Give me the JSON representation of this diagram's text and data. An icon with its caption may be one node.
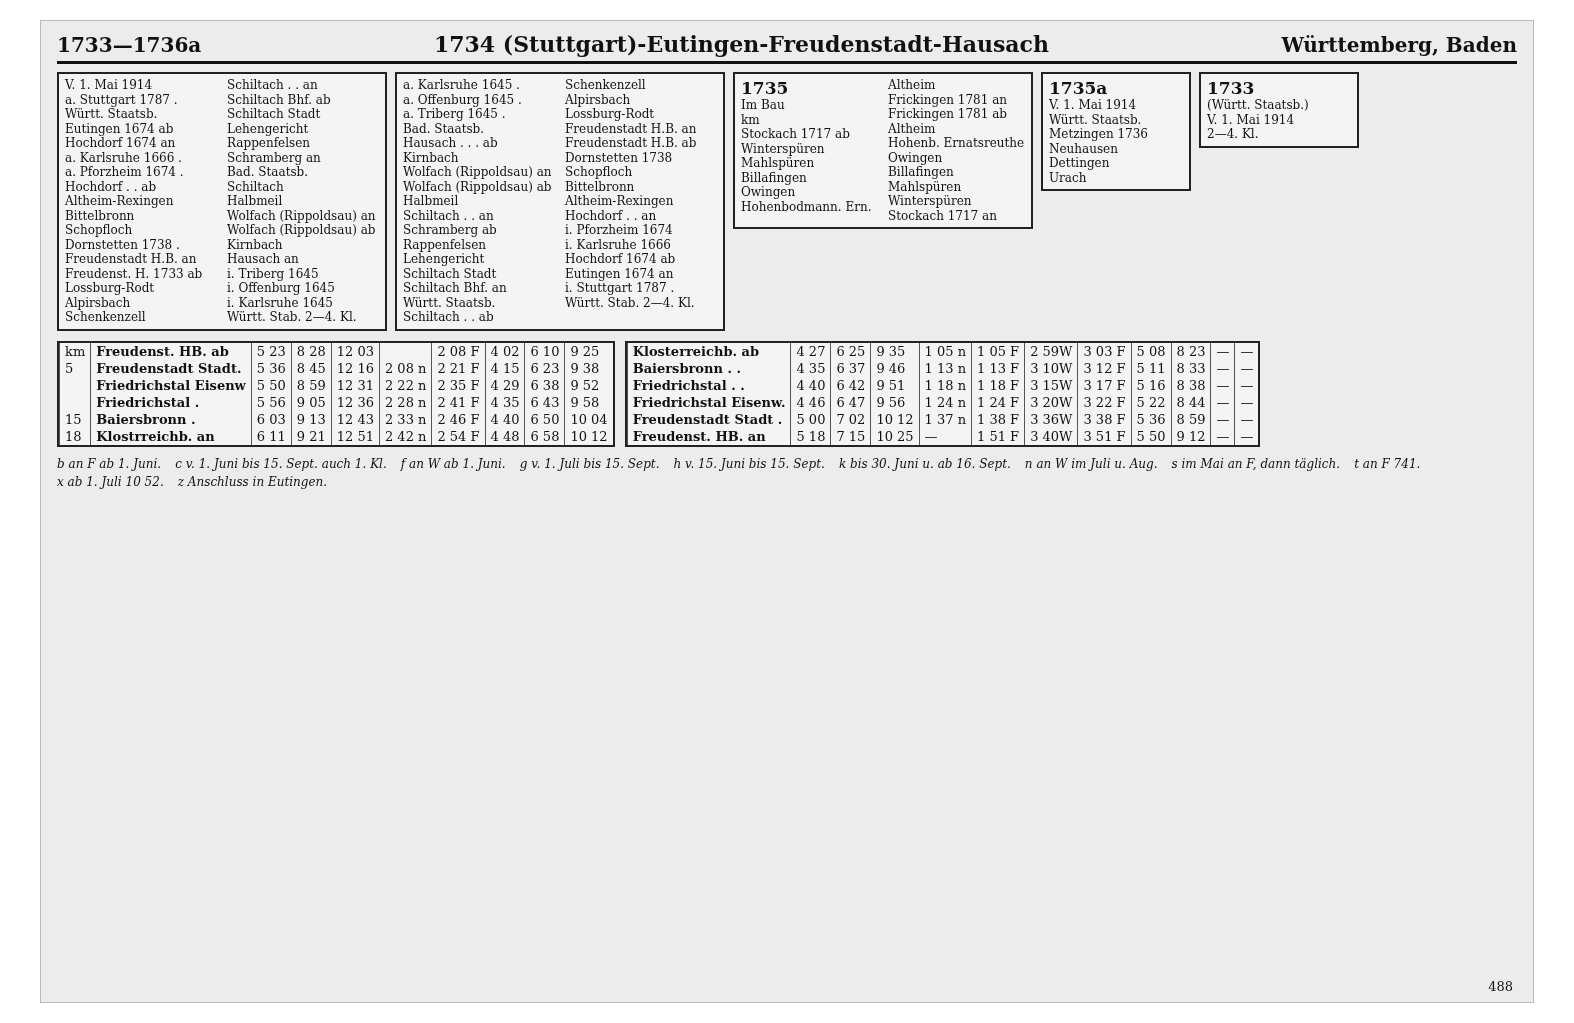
{
  "diagram": {
    "title": "1734 (Stuttgart)-Eutingen-Freudenstadt-Hausach",
    "labels": [
      "1733—1736a",
      "Württemberg, Baden",
      "V. 1. Mai 1914",
      "a. Stuttgart 1787 .",
      "Württ. Staatsb.",
      "Eutingen 1674 ab",
      "Hochdorf 1674 an",
      "a. Karlsruhe 1666 .",
      "a. Pforzheim 1674 .",
      "Hochdorf . . ab",
      "Altheim-Rexingen",
      "Bittelbronn",
      "Schopfloch",
      "Dornstetten 1738 .",
      "Freudenstadt H.B. an",
      "Freudenst. H. 1733 ab",
      "Lossburg-Rodt",
      "Alpirsbach",
      "Schenkenzell",
      "Schiltach . . an",
      "Schiltach Bhf. ab",
      "Schiltach Stadt",
      "Lehengericht",
      "Rappenfelsen",
      "Schramberg an",
      "Bad. Staatsb.",
      "Schiltach",
      "Halbmeil",
      "Wolfach (Rippoldsau) an",
      "Wolfach (Rippoldsau) ab",
      "Kirnbach",
      "Hausach an",
      "i. Triberg 1645",
      "i. Offenburg 1645",
      "i. Karlsruhe 1645",
      "Württ. Stab. 2—4. Kl.",
      "a. Karlsruhe 1645 .",
      "a. Offenburg 1645 .",
      "a. Triberg 1645 .",
      "Bad. Staatsb.",
      "Hausach . . . ab",
      "Kirnbach",
      "Wolfach (Rippoldsau) an",
      "Wolfach (Rippoldsau) ab",
      "Halbmeil",
      "Schiltach . . an",
      "Schramberg ab",
      "Rappenfelsen",
      "Lehengericht",
      "Schiltach Stadt",
      "Schiltach Bhf. an",
      "Württ. Staatsb.",
      "Schiltach . . ab",
      "Schenkenzell",
      "Alpirsbach",
      "Lossburg-Rodt",
      "Freudenstadt H.B. an",
      "Freudenstadt H.B. ab",
      "Dornstetten 1738",
      "Schopfloch",
      "Bittelbronn",
      "Altheim-Rexingen",
      "Hochdorf . . an",
      "i. Pforzheim 1674",
      "i. Karlsruhe 1666",
      "Hochdorf 1674 ab",
      "Eutingen 1674 an",
      "i. Stuttgart 1787 .",
      "Württ. Stab. 2—4. Kl.",
      "1735",
      "Im Bau",
      "km",
      "Stockach 1717 ab",
      "Winterspüren",
      "Mahlspüren",
      "Billafingen",
      "Owingen",
      "Hohenbodmann. Ern.",
      "Altheim",
      "Frickingen 1781 an",
      "Frickingen 1781 ab",
      "Altheim",
      "Hohenb. Ernatsreuthe",
      "Owingen",
      "Billafingen",
      "Mahlspüren",
      "Winterspüren",
      "Stockach 1717 an",
      "1735a",
      "V. 1. Mai 1914",
      "Württ. Staatsb.",
      "Metzingen 1736",
      "Neuhausen",
      "Dettingen",
      "Urach",
      "1733",
      "(Württ. Staatsb.)",
      "V. 1. Mai 1914",
      "2—4. Kl.",
      "km",
      "Freudenst. HB. ab",
      "5 23",
      "8 28",
      "12 03",
      "2 08 F",
      "4 02",
      "6 10",
      "9 25",
      "5",
      "Freudenstadt Stadt.",
      "5 36",
      "8 45",
      "12 16",
      "2 08 n",
      "2 21 F",
      "4 15",
      "6 23",
      "9 38",
      "Friedrichstal Eisenw",
      "5 50",
      "8 59",
      "12 31",
      "2 22 n",
      "2 35 F",
      "4 29",
      "6 38",
      "9 52",
      "Friedrichstal .",
      "5 56",
      "9 05",
      "12 36",
      "2 28 n",
      "2 41 F",
      "4 35",
      "6 43",
      "9 58",
      "15",
      "Baiersbronn .",
      "6 03",
      "9 13",
      "12 43",
      "2 33 n",
      "2 46 F",
      "4 40",
      "6 50",
      "10 04",
      "18",
      "Klostrreichb. an",
      "6 11",
      "9 21",
      "12 51",
      "2 42 n",
      "2 54 F",
      "4 48",
      "6 58",
      "10 12",
      "Klosterreichb. ab",
      "4 27",
      "6 25",
      "9 35",
      "1 05 n",
      "1 05 F",
      "2 59W",
      "3 03 F",
      "5 08",
      "8 23",
      "—",
      "—",
      "Baiersbronn . .",
      "4 35",
      "6 37",
      "9 46",
      "1 13 n",
      "1 13 F",
      "3 10W",
      "3 12 F",
      "5 11",
      "8 33",
      "—",
      "—",
      "Friedrichstal . .",
      "4 40",
      "6 42",
      "9 51",
      "1 18 n",
      "1 18 F",
      "3 15W",
      "3 17 F",
      "5 16",
      "8 38",
      "—",
      "—",
      "Friedrichstal Eisenw.",
      "4 46",
      "6 47",
      "9 56",
      "1 24 n",
      "1 24 F",
      "3 20W",
      "3 22 F",
      "5 22",
      "8 44",
      "—",
      "—",
      "Freudenstadt Stadt .",
      "5 00",
      "7 02",
      "10 12",
      "1 37 n",
      "1 38 F",
      "3 36W",
      "3 38 F",
      "5 36",
      "8 59",
      "—",
      "—",
      "Freudenst. HB. an",
      "5 18",
      "7 15",
      "10 25",
      "—",
      "1 51 F",
      "3 40W",
      "3 51 F",
      "5 50",
      "9 12",
      "—",
      "—",
      "b an F ab 1. Juni.",
      "c v. 1. Juni bis 15. Sept. auch 1. Kl.",
      "f an W ab 1. Juni.",
      "g v. 1. Juli bis 15. Sept.",
      "h v. 15. Juni bis 15. Sept.",
      "k bis 30. Juni u. ab 16. Sept.",
      "n an W im Juli u. Aug.",
      "s im Mai an F, dann täglich.",
      "t an F 741.",
      "x ab 1. Juli 10 52.",
      "z Anschluss in Eutingen.",
      "488"
    ]
  }
}
